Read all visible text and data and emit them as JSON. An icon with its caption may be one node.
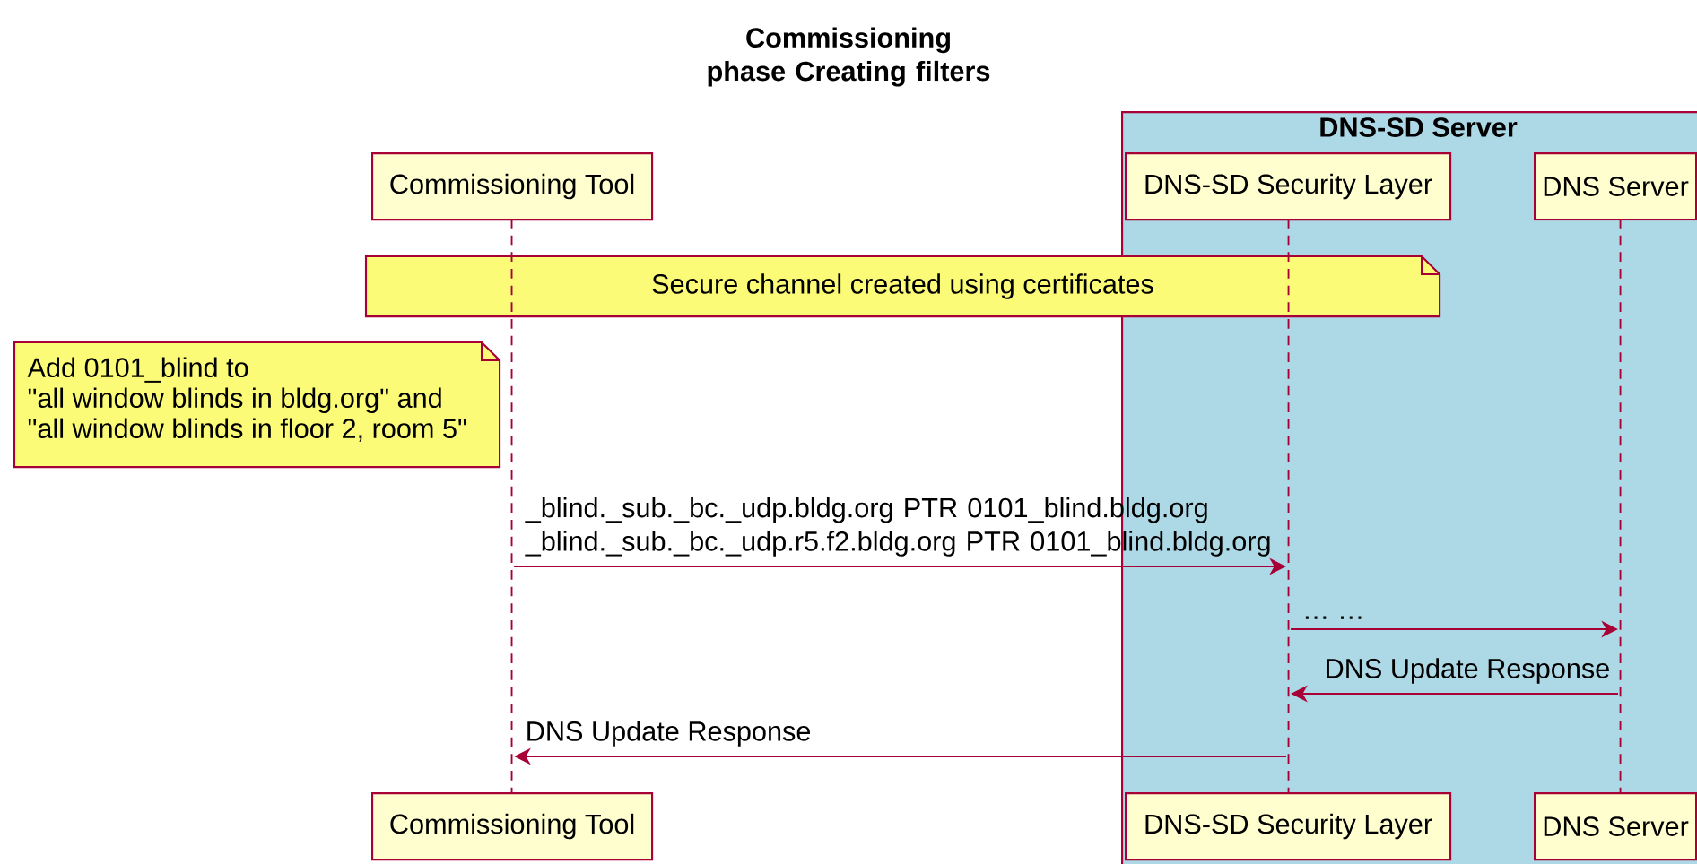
{
  "diagram": {
    "title": "Commissioning phase Creating filters",
    "nodes": [
      {
        "text": [
          "DNS-SD Server"
        ]
      },
      {
        "text": [
          "Commissioning Tool"
        ]
      },
      {
        "text": [
          "DNS-SD Security Layer"
        ],
        "in": 0
      },
      {
        "text": [
          "DNS Server"
        ],
        "in": 0
      },
      {
        "text": [
          "Secure channel created using certificates"
        ]
      },
      {
        "text": [
          "Add 0101_blind to",
          "\"all window blinds in bldg.org\" and",
          "\"all window blinds in floor 2, room 5\""
        ]
      },
      {
        "text": [],
        "shape": "line"
      },
      {
        "text": [],
        "shape": "line",
        "in": 0
      },
      {
        "text": [],
        "shape": "line",
        "in": 0
      },
      {
        "text": [
          "Commissioning Tool"
        ]
      },
      {
        "text": [
          "DNS-SD Security Layer"
        ],
        "in": 0
      },
      {
        "text": [
          "DNS Server"
        ],
        "in": 0
      }
    ],
    "edges": [
      {
        "from": 6,
        "to": 7,
        "arrow": "to",
        "label": "_blind._sub._bc._udp.bldg.org PTR 0101_blind.bldg.org _blind._sub._bc._udp.r5.f2.bldg.org PTR 0101_blind.bldg.org"
      },
      {
        "from": 7,
        "to": 8,
        "arrow": "to",
        "label": "… …"
      },
      {
        "from": 8,
        "to": 7,
        "arrow": "to",
        "label": "DNS Update Response"
      },
      {
        "from": 7,
        "to": 6,
        "arrow": "to",
        "label": "DNS Update Response"
      }
    ]
  }
}
